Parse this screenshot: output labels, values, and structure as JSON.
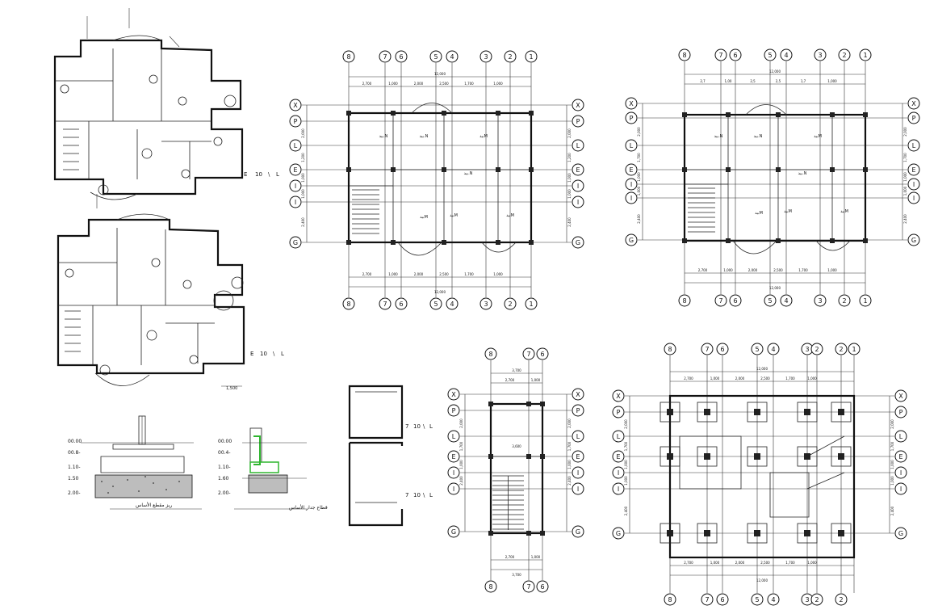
{
  "plans": [
    {
      "id": "ground-floor-plan",
      "top_labels": [
        "8",
        "7",
        "6",
        "5",
        "4",
        "3",
        "2",
        "1"
      ],
      "bottom_labels": [
        "8",
        "7",
        "6",
        "5",
        "4",
        "3",
        "2",
        "1"
      ],
      "side_labels": [
        "X",
        "P",
        "L",
        "E",
        "I",
        "I",
        "G"
      ],
      "top_total": "12,000",
      "top_dims": [
        "2,700",
        "1,000",
        "2,000",
        "2,500",
        "1,700",
        "1,000"
      ],
      "bottom_total": "12,000",
      "bottom_dims": [
        "2,700",
        "1,000",
        "2,000",
        "2,500",
        "1,700",
        "1,000"
      ],
      "side_dims": [
        "2,000",
        "1,200",
        "1,000",
        "1,000",
        "2,400"
      ],
      "rooms": [
        "بيد.N",
        "بيد.N",
        "بيدM",
        "بيد.N",
        "بيدM",
        "بيدM",
        "بيدM"
      ]
    },
    {
      "id": "first-floor-plan",
      "top_labels": [
        "8",
        "7",
        "6",
        "5",
        "4",
        "3",
        "2",
        "1"
      ],
      "bottom_labels": [
        "8",
        "7",
        "6",
        "5",
        "4",
        "3",
        "2",
        "1"
      ],
      "side_labels": [
        "X",
        "P",
        "L",
        "E",
        "I",
        "I",
        "G"
      ],
      "top_total": "12,000",
      "top_dims": [
        "2,7",
        "1,00",
        "2,5",
        "2,5",
        "1,7",
        "1,000"
      ],
      "bottom_total": "12,000",
      "bottom_dims": [
        "2,700",
        "1,000",
        "2,000",
        "2,500",
        "1,700",
        "1,000"
      ],
      "side_dims": [
        "2,000",
        "1,700",
        "1,000",
        "1,000",
        "2,400"
      ],
      "rooms": [
        "بيد.N",
        "بيد.N",
        "بيدM",
        "بيد.N",
        "بيدM",
        "بيدM",
        "بيدM"
      ]
    },
    {
      "id": "roof-stair-plan",
      "top_labels": [
        "8",
        "7",
        "6"
      ],
      "bottom_labels": [
        "8",
        "7",
        "6"
      ],
      "side_labels": [
        "X",
        "P",
        "L",
        "E",
        "I",
        "I",
        "G"
      ],
      "top_total": "3,700",
      "top_dims": [
        "2,700",
        "1,000"
      ],
      "bottom_total": "3,700",
      "bottom_dims": [
        "2,700",
        "1,000"
      ],
      "side_dims": [
        "2,000",
        "1,700",
        "1,000",
        "2,400"
      ],
      "rooms": [
        "3,600"
      ]
    },
    {
      "id": "foundation-plan",
      "top_labels": [
        "8",
        "7",
        "6",
        "5",
        "4",
        "3",
        "2",
        "2",
        "1"
      ],
      "bottom_labels": [
        "8",
        "7",
        "6",
        "5",
        "4",
        "3",
        "2",
        "2"
      ],
      "side_labels": [
        "X",
        "P",
        "L",
        "E",
        "I",
        "I",
        "G"
      ],
      "top_total": "12,000",
      "top_dims": [
        "2,700",
        "1,000",
        "2,000",
        "2,500",
        "1,700",
        "1,000"
      ],
      "bottom_total": "12,000",
      "bottom_dims": [
        "2,700",
        "1,000",
        "2,000",
        "2,500",
        "1,700",
        "1,000"
      ],
      "side_dims": [
        "2,000",
        "1,700",
        "1,000",
        "1,000",
        "2,400"
      ],
      "rooms": []
    }
  ],
  "key_plans": {
    "labels_a": [
      "E",
      "10",
      "\\",
      "L"
    ],
    "labels_b": [
      "E",
      "10",
      "\\",
      "L"
    ],
    "small_dim": "1,500"
  },
  "sections": [
    {
      "id": "section-a",
      "levels": [
        "00.00",
        "00.8-",
        "1.10-",
        "1.50",
        "2.00-"
      ],
      "caption": "ريز مقطع الأساس"
    },
    {
      "id": "section-b",
      "levels": [
        "00.00",
        "00.4-",
        "1.10-",
        "1.60",
        "2.00-"
      ],
      "caption": "قطاع جدار الأساس"
    }
  ],
  "small_detail": {
    "labels_a": [
      "7",
      "10",
      "\\",
      "L"
    ],
    "labels_b": [
      "7",
      "10",
      "\\",
      "L"
    ]
  },
  "colors": {
    "ink": "#111111",
    "green": "#2fb52f",
    "background": "#ffffff"
  }
}
